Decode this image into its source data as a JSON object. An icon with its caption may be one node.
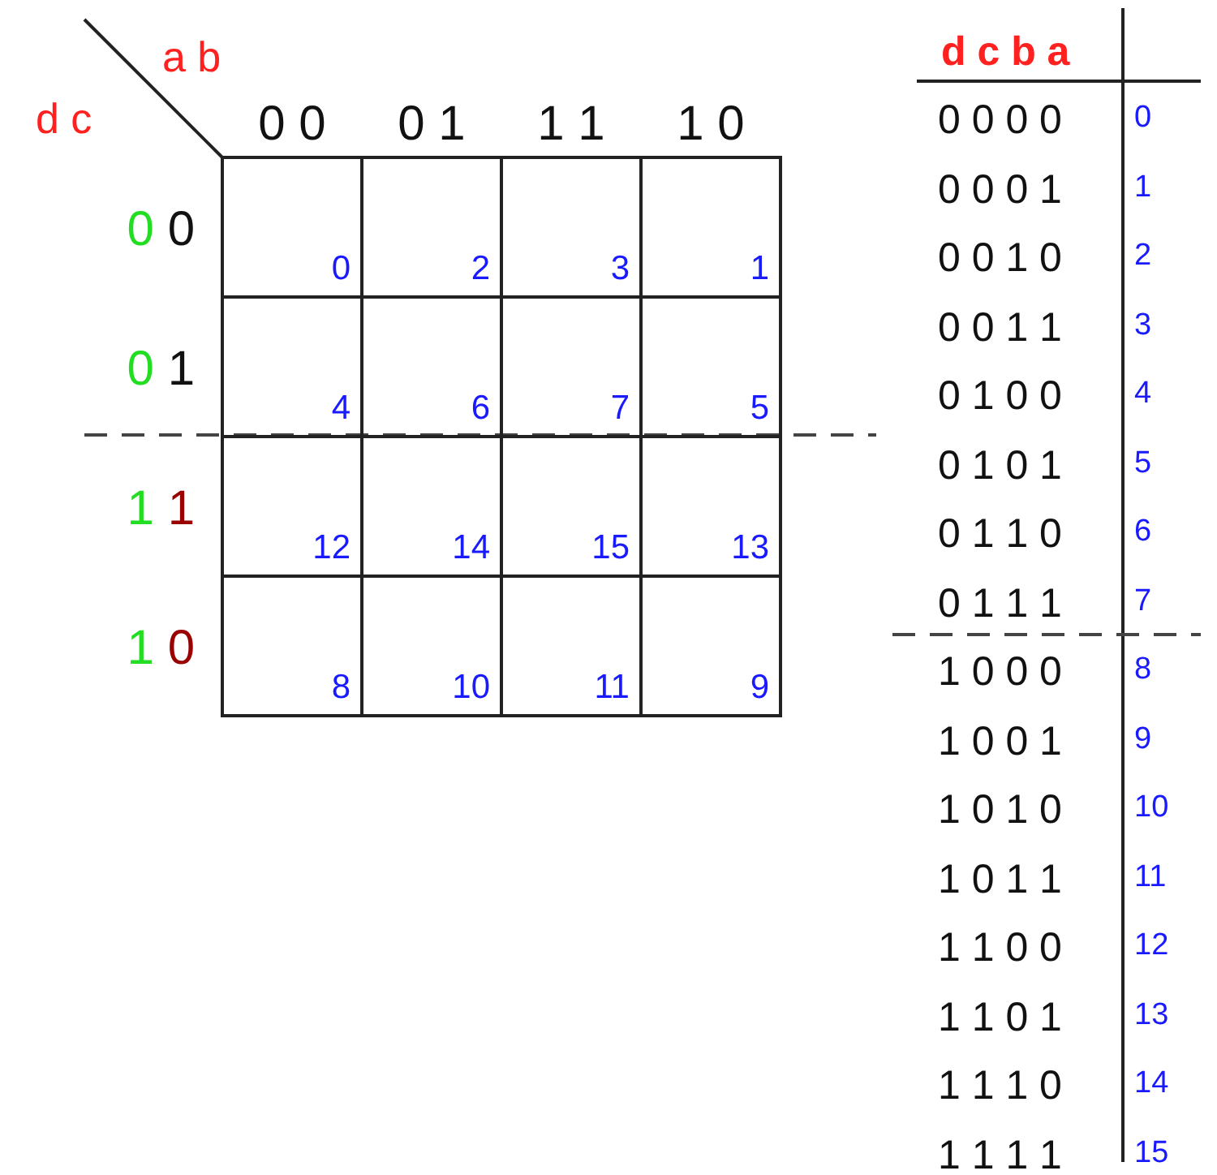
{
  "diagram": {
    "nodes": [
      {
        "text": [
          "0"
        ]
      },
      {
        "text": [
          "2"
        ]
      },
      {
        "text": [
          "3"
        ]
      },
      {
        "text": [
          "1"
        ]
      },
      {
        "text": [
          "4"
        ]
      },
      {
        "text": [
          "6"
        ]
      },
      {
        "text": [
          "7"
        ]
      },
      {
        "text": [
          "5"
        ]
      },
      {
        "text": [
          "12"
        ]
      },
      {
        "text": [
          "14"
        ]
      },
      {
        "text": [
          "15"
        ]
      },
      {
        "text": [
          "13"
        ]
      },
      {
        "text": [
          "8"
        ]
      },
      {
        "text": [
          "10"
        ]
      },
      {
        "text": [
          "11"
        ]
      },
      {
        "text": [
          "9"
        ]
      }
    ],
    "labels": [
      "a b",
      "d c",
      "0 0",
      "0 1",
      "1 1",
      "1 0",
      "0 0",
      "0 1",
      "1 1",
      "1 0",
      "d c b a",
      "0 0 0 0",
      "0",
      "0 0 0 1",
      "1",
      "0 0 1 0",
      "2",
      "0 0 1 1",
      "3",
      "0 1 0 0",
      "4",
      "0 1 0 1",
      "5",
      "0 1 1 0",
      "6",
      "0 1 1 1",
      "7",
      "1 0 0 0",
      "8",
      "1 0 0 1",
      "9",
      "1 0 1 0",
      "10",
      "1 0 1 1",
      "11",
      "1 1 0 0",
      "12",
      "1 1 0 1",
      "13",
      "1 1 1 0",
      "14",
      "1 1 1 1",
      "15"
    ]
  }
}
